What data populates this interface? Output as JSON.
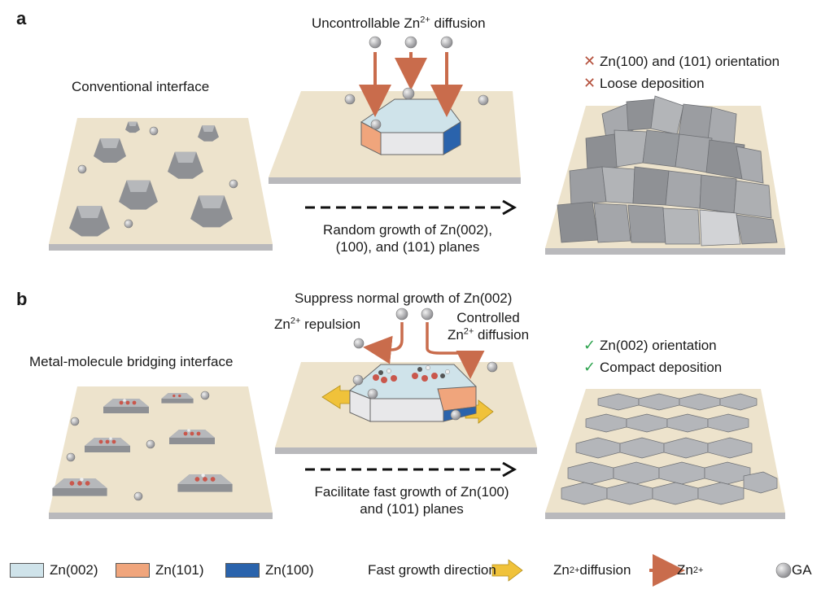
{
  "panel_a": {
    "label": "a",
    "left_title": "Conventional interface",
    "top_text_prefix": "Uncontrollable Zn",
    "top_text_sup": "2+",
    "top_text_suffix": " diffusion",
    "arrow_caption_line1": "Random growth of Zn(002),",
    "arrow_caption_line2": "(100), and (101) planes",
    "result_items": [
      {
        "mark": "✕",
        "text": "Zn(100) and (101) orientation"
      },
      {
        "mark": "✕",
        "text": "Loose deposition"
      }
    ]
  },
  "panel_b": {
    "label": "b",
    "left_title": "Metal-molecule bridging interface",
    "suppress_text": "Suppress normal growth of Zn(002)",
    "repulsion_prefix": "Zn",
    "repulsion_sup": "2+",
    "repulsion_suffix": " repulsion",
    "controlled_line1": "Controlled",
    "controlled_line2_prefix": "Zn",
    "controlled_line2_sup": "2+",
    "controlled_line2_suffix": " diffusion",
    "arrow_caption_line1": "Facilitate fast growth of Zn(100)",
    "arrow_caption_line2": "and (101) planes",
    "result_items": [
      {
        "mark": "✓",
        "text": "Zn(002) orientation"
      },
      {
        "mark": "✓",
        "text": "Compact deposition"
      }
    ]
  },
  "legend": {
    "zn002": "Zn(002)",
    "zn101": "Zn(101)",
    "zn100": "Zn(100)",
    "fast_growth": "Fast growth direction",
    "diffusion_prefix": "Zn",
    "diffusion_sup": "2+",
    "diffusion_suffix": " diffusion",
    "ion_prefix": "Zn",
    "ion_sup": "2+",
    "ga": "GA"
  },
  "colors": {
    "substrate": "#ede3cc",
    "substrate_edge": "#b9b9bc",
    "crystal": "#9a9ca0",
    "zn002": "#cfe3ea",
    "zn101": "#f0a57c",
    "zn100": "#2a63ac",
    "fast_growth_arrow": "#f0c23a",
    "diffusion_arrow": "#c96c4c",
    "ion": "#b5b5b8",
    "oxygen": "#c9574c"
  }
}
